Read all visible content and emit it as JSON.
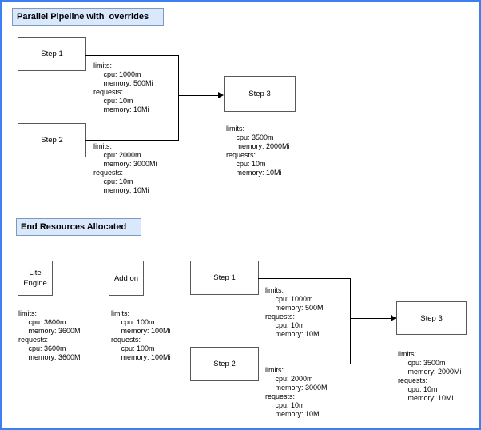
{
  "colors": {
    "outer_border": "#3d7ef0",
    "title_fill": "#dae8fc",
    "title_border": "#7e99bf",
    "node_border": "#595959",
    "connector": "#000000",
    "text": "#000000"
  },
  "pipeline_section": {
    "title": "Parallel Pipeline with  overrides",
    "step1": {
      "label": "Step 1",
      "resources": [
        "limits:",
        "     cpu: 1000m",
        "     memory: 500Mi",
        "requests:",
        "     cpu: 10m",
        "     memory: 10Mi"
      ]
    },
    "step2": {
      "label": "Step 2",
      "resources": [
        "limits:",
        "     cpu: 2000m",
        "     memory: 3000Mi",
        "requests:",
        "     cpu: 10m",
        "     memory: 10Mi"
      ]
    },
    "step3": {
      "label": "Step 3",
      "resources": [
        "limits:",
        "     cpu: 3500m",
        "     memory: 2000Mi",
        "requests:",
        "     cpu: 10m",
        "     memory: 10Mi"
      ]
    }
  },
  "allocated_section": {
    "title": "End Resources Allocated",
    "lite_engine": {
      "label": "Lite Engine",
      "resources": [
        "limits:",
        "     cpu: 3600m",
        "     memory: 3600Mi",
        "requests:",
        "     cpu: 3600m",
        "     memory: 3600Mi"
      ]
    },
    "add_on": {
      "label": "Add on",
      "resources": [
        "limits:",
        "     cpu: 100m",
        "     memory: 100Mi",
        "requests:",
        "     cpu: 100m",
        "     memory: 100Mi"
      ]
    },
    "step1": {
      "label": "Step 1",
      "resources": [
        "limits:",
        "     cpu: 1000m",
        "     memory: 500Mi",
        "requests:",
        "     cpu: 10m",
        "     memory: 10Mi"
      ]
    },
    "step2": {
      "label": "Step 2",
      "resources": [
        "limits:",
        "     cpu: 2000m",
        "     memory: 3000Mi",
        "requests:",
        "     cpu: 10m",
        "     memory: 10Mi"
      ]
    },
    "step3": {
      "label": "Step 3",
      "resources": [
        "limits:",
        "     cpu: 3500m",
        "     memory: 2000Mi",
        "requests:",
        "     cpu: 10m",
        "     memory: 10Mi"
      ]
    }
  }
}
